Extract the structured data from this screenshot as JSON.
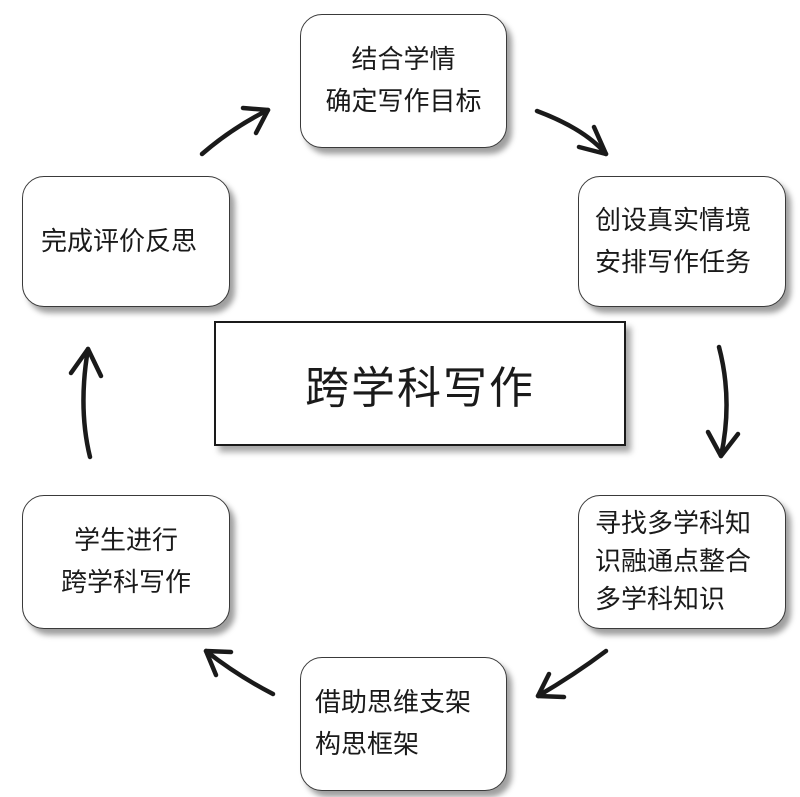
{
  "center": {
    "title": "跨学科写作"
  },
  "steps": [
    {
      "lines": [
        "结合学情",
        "确定写作目标"
      ]
    },
    {
      "lines": [
        "创设真实情境",
        "安排写作任务"
      ]
    },
    {
      "lines": [
        "寻找多学科知",
        "识融通点整合",
        "多学科知识"
      ]
    },
    {
      "lines": [
        "借助思维支架",
        "构思框架"
      ]
    },
    {
      "lines": [
        "学生进行",
        "跨学科写作"
      ]
    },
    {
      "lines": [
        "完成评价反思"
      ]
    }
  ]
}
